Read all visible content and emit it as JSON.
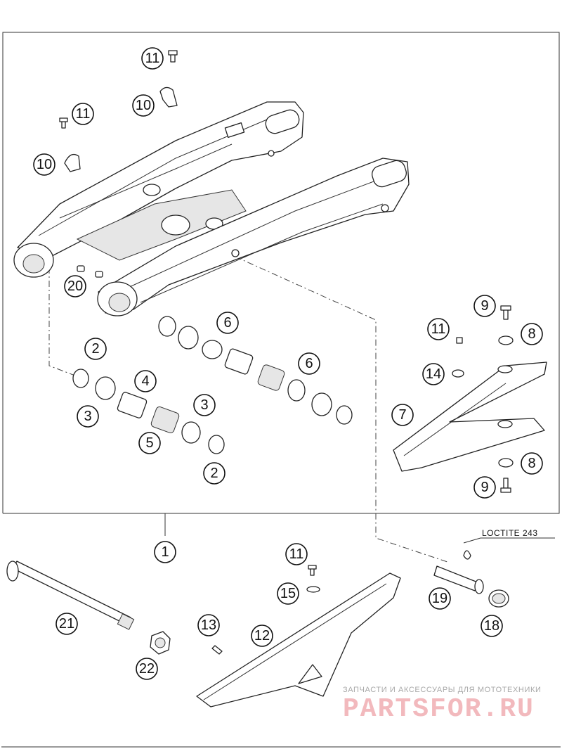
{
  "callouts": [
    {
      "label": "11"
    },
    {
      "label": "10"
    },
    {
      "label": "11"
    },
    {
      "label": "10"
    },
    {
      "label": "20"
    },
    {
      "label": "6"
    },
    {
      "label": "2"
    },
    {
      "label": "4"
    },
    {
      "label": "3"
    },
    {
      "label": "3"
    },
    {
      "label": "5"
    },
    {
      "label": "2"
    },
    {
      "label": "6"
    },
    {
      "label": "9"
    },
    {
      "label": "11"
    },
    {
      "label": "8"
    },
    {
      "label": "14"
    },
    {
      "label": "7"
    },
    {
      "label": "8"
    },
    {
      "label": "9"
    },
    {
      "label": "1"
    },
    {
      "label": "11"
    },
    {
      "label": "15"
    },
    {
      "label": "19"
    },
    {
      "label": "18"
    },
    {
      "label": "21"
    },
    {
      "label": "13"
    },
    {
      "label": "12"
    },
    {
      "label": "22"
    }
  ],
  "note": {
    "text": "LOCTITE 243"
  },
  "watermark": {
    "caption": "ЗАПЧАСТИ И АКСЕССУАРЫ ДЛЯ МОТОТЕХНИКИ",
    "brand": "PARTSFOR.RU",
    "color": "#f2b9bd"
  }
}
